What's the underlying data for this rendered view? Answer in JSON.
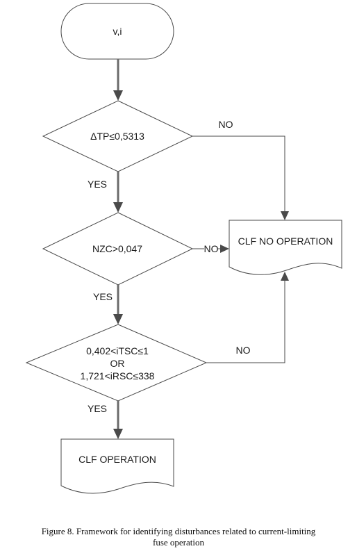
{
  "nodes": {
    "start": "v,i",
    "decision1": "ΔTP≤0,5313",
    "decision2": "NZC>0,047",
    "decision3_line1": "0,402<iTSC≤1",
    "decision3_line2": "OR",
    "decision3_line3": "1,721<iRSC≤338",
    "no_operation": "CLF NO OPERATION",
    "operation": "CLF OPERATION"
  },
  "edges": {
    "d1_no": "NO",
    "d1_yes": "YES",
    "d2_no": "NO",
    "d2_yes": "YES",
    "d3_no": "NO",
    "d3_yes": "YES"
  },
  "caption": {
    "line1": "Figure 8.  Framework for identifying disturbances related to current-limiting",
    "line2": "fuse operation"
  }
}
